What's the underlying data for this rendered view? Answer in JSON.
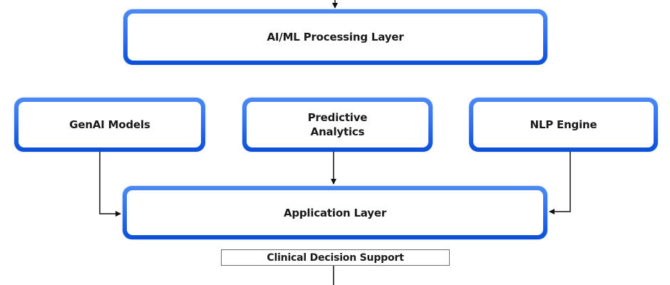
{
  "diagram": {
    "nodes": [
      {
        "id": "aiml",
        "label": "AI/ML Processing Layer"
      },
      {
        "id": "genai",
        "label": "GenAI Models"
      },
      {
        "id": "pred",
        "label": "Predictive Analytics"
      },
      {
        "id": "nlp",
        "label": "NLP Engine"
      },
      {
        "id": "app",
        "label": "Application Layer"
      },
      {
        "id": "cds",
        "label": "Clinical Decision Support"
      }
    ],
    "edges": [
      {
        "from": "(above)",
        "to": "aiml"
      },
      {
        "from": "genai",
        "to": "app"
      },
      {
        "from": "pred",
        "to": "app"
      },
      {
        "from": "nlp",
        "to": "app"
      },
      {
        "from": "cds",
        "to": "(below)"
      }
    ],
    "colors": {
      "node_border_top": "#4c8af2",
      "node_border_bottom": "#0a4fd6",
      "edge": "#111111",
      "text": "#1a1a1a"
    }
  }
}
